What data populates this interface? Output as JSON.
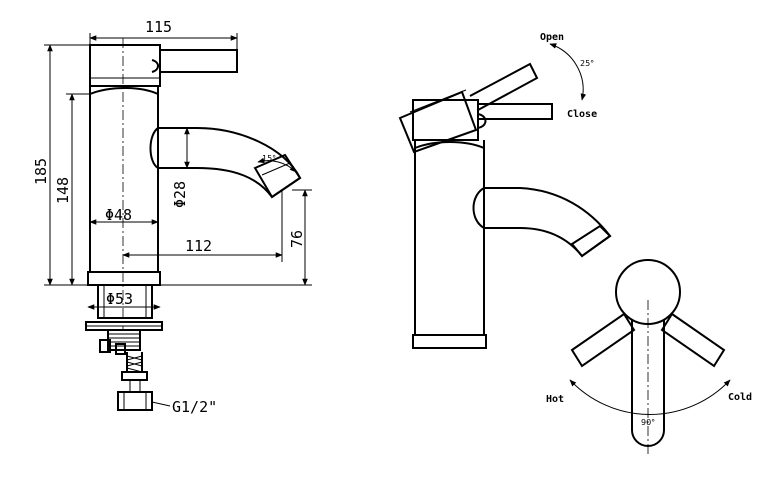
{
  "dimensions": {
    "overall_width": "115",
    "overall_height": "185",
    "body_height": "148",
    "spout_diameter": "Φ28",
    "body_diameter": "Φ48",
    "spout_reach": "112",
    "spout_height": "76",
    "base_diameter": "Φ53",
    "spout_angle": "15°",
    "thread": "G1/2\""
  },
  "side_view": {
    "label_open": "Open",
    "label_close": "Close",
    "lever_angle": "25°"
  },
  "top_view": {
    "label_hot": "Hot",
    "label_cold": "Cold",
    "rotation_angle": "90°"
  }
}
